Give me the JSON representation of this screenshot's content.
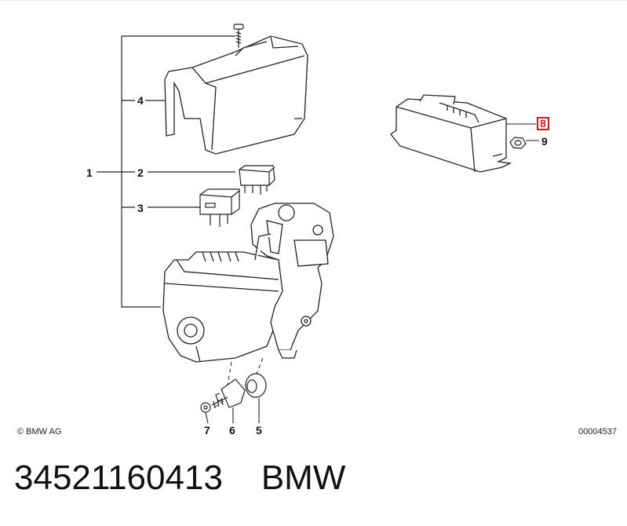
{
  "diagram": {
    "callouts": {
      "c1": "1",
      "c2": "2",
      "c3": "3",
      "c4": "4",
      "c5": "5",
      "c6": "6",
      "c7": "7",
      "c8": "8",
      "c9": "9"
    },
    "highlight_color": "#d11a1a",
    "copyright": "© BMW AG",
    "image_code": "00004537"
  },
  "footer": {
    "part_number": "34521160413",
    "brand": "BMW"
  }
}
